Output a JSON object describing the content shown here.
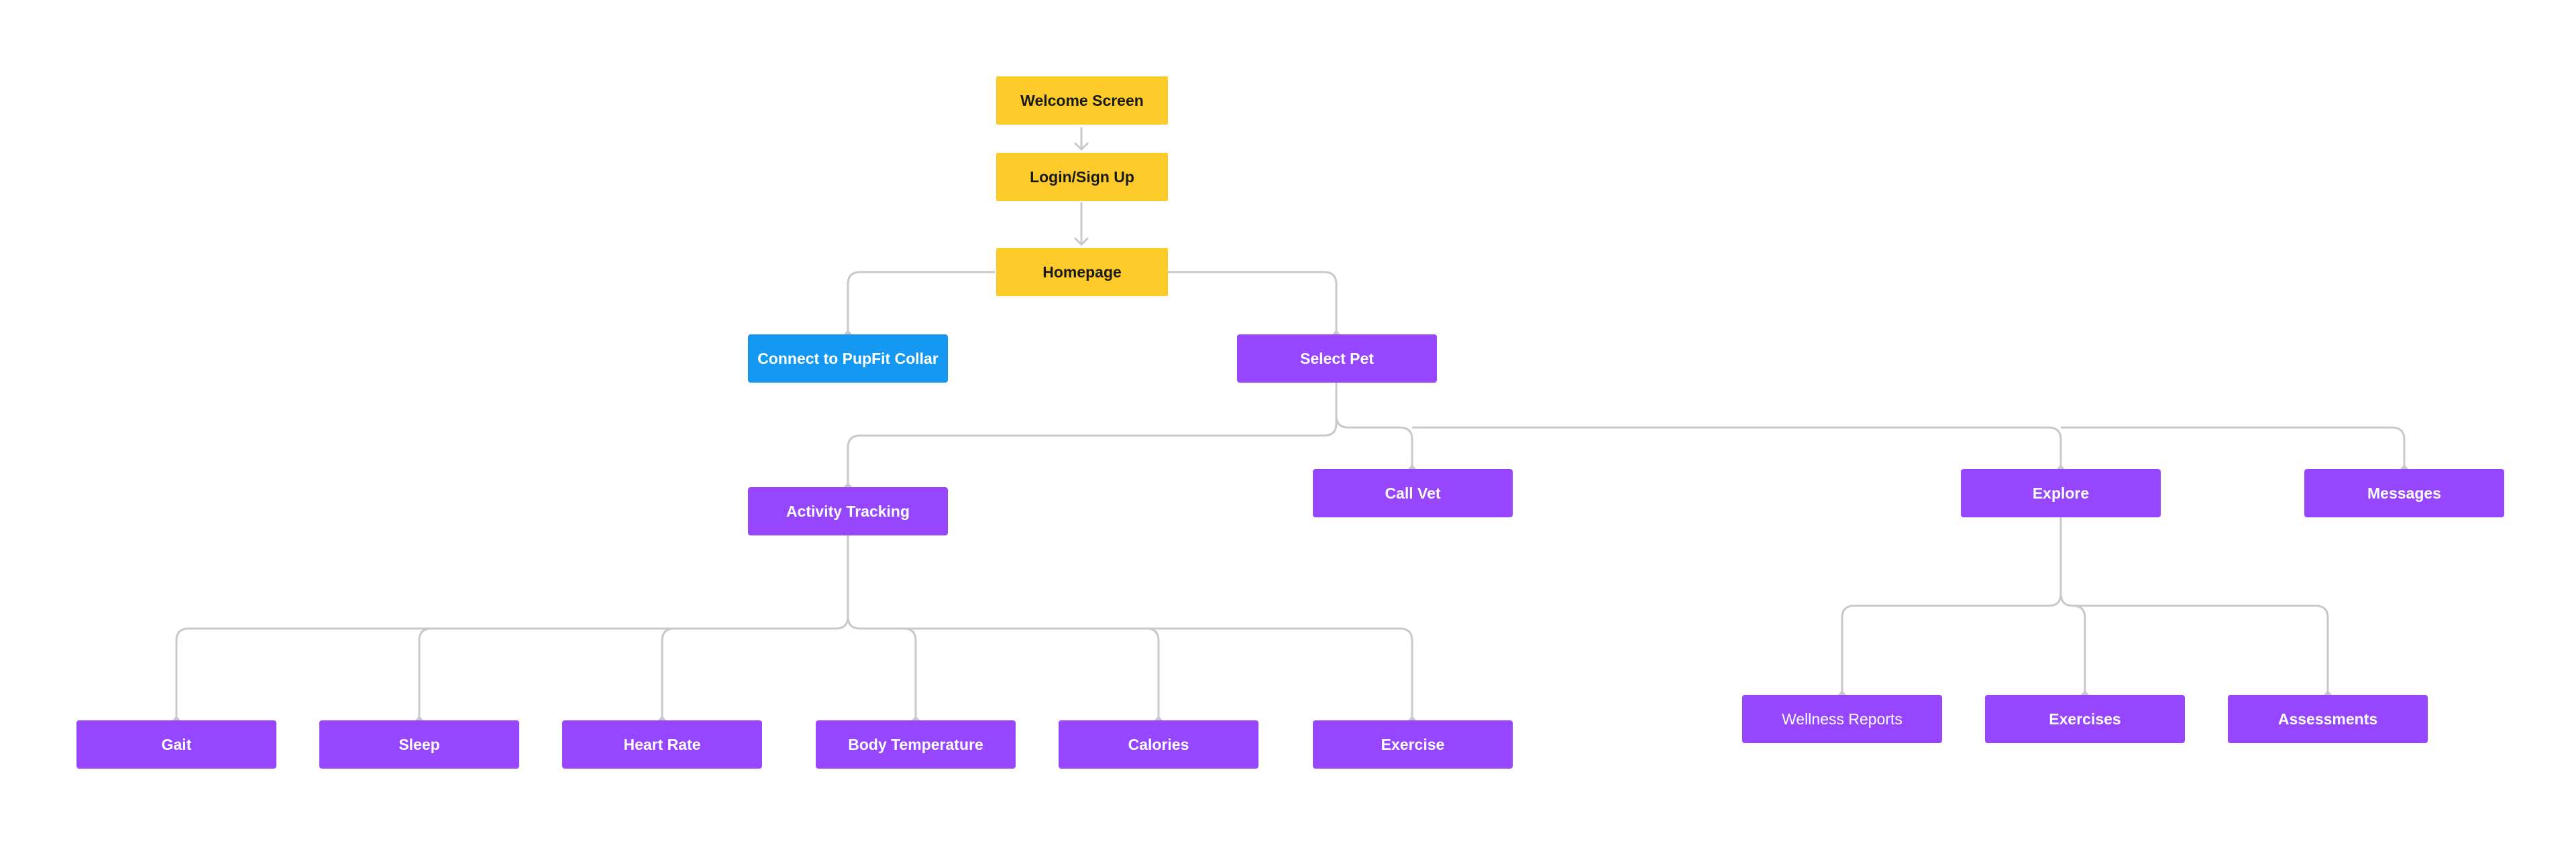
{
  "flowchart": {
    "nodes": {
      "welcome": "Welcome Screen",
      "login": "Login/Sign Up",
      "homepage": "Homepage",
      "connect_collar": "Connect to PupFit Collar",
      "select_pet": "Select Pet",
      "activity_tracking": "Activity Tracking",
      "call_vet": "Call Vet",
      "explore": "Explore",
      "messages": "Messages",
      "gait": "Gait",
      "sleep": "Sleep",
      "heart_rate": "Heart Rate",
      "body_temperature": "Body Temperature",
      "calories": "Calories",
      "exercise": "Exercise",
      "wellness_reports": "Wellness Reports",
      "exercises": "Exercises",
      "assessments": "Assessments"
    },
    "edges": [
      {
        "from": "welcome",
        "to": "login"
      },
      {
        "from": "login",
        "to": "homepage"
      },
      {
        "from": "homepage",
        "to": "connect_collar"
      },
      {
        "from": "homepage",
        "to": "select_pet"
      },
      {
        "from": "select_pet",
        "to": "activity_tracking"
      },
      {
        "from": "select_pet",
        "to": "call_vet"
      },
      {
        "from": "select_pet",
        "to": "explore"
      },
      {
        "from": "select_pet",
        "to": "messages"
      },
      {
        "from": "activity_tracking",
        "to": "gait"
      },
      {
        "from": "activity_tracking",
        "to": "sleep"
      },
      {
        "from": "activity_tracking",
        "to": "heart_rate"
      },
      {
        "from": "activity_tracking",
        "to": "body_temperature"
      },
      {
        "from": "activity_tracking",
        "to": "calories"
      },
      {
        "from": "activity_tracking",
        "to": "exercise"
      },
      {
        "from": "explore",
        "to": "wellness_reports"
      },
      {
        "from": "explore",
        "to": "exercises"
      },
      {
        "from": "explore",
        "to": "assessments"
      }
    ],
    "colors": {
      "yellow": "#FCCB2A",
      "blue": "#1598F2",
      "purple": "#9646FF",
      "connector": "#C9C9C9"
    }
  }
}
